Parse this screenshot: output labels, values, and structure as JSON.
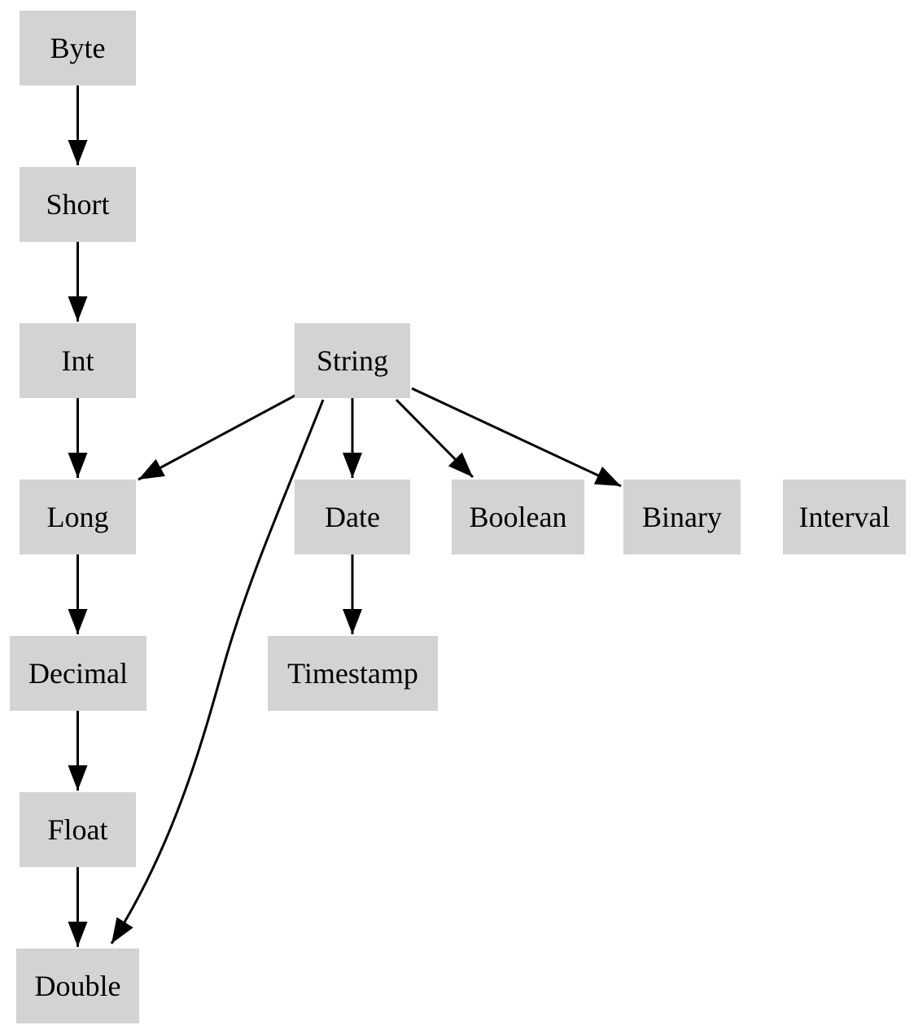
{
  "diagram": {
    "type": "directed-graph",
    "nodes": [
      {
        "id": "byte",
        "label": "Byte"
      },
      {
        "id": "short",
        "label": "Short"
      },
      {
        "id": "int",
        "label": "Int"
      },
      {
        "id": "string",
        "label": "String"
      },
      {
        "id": "long",
        "label": "Long"
      },
      {
        "id": "date",
        "label": "Date"
      },
      {
        "id": "boolean",
        "label": "Boolean"
      },
      {
        "id": "binary",
        "label": "Binary"
      },
      {
        "id": "interval",
        "label": "Interval"
      },
      {
        "id": "decimal",
        "label": "Decimal"
      },
      {
        "id": "timestamp",
        "label": "Timestamp"
      },
      {
        "id": "float",
        "label": "Float"
      },
      {
        "id": "double",
        "label": "Double"
      }
    ],
    "edges": [
      {
        "from": "Byte",
        "to": "Short"
      },
      {
        "from": "Short",
        "to": "Int"
      },
      {
        "from": "Int",
        "to": "Long"
      },
      {
        "from": "String",
        "to": "Long"
      },
      {
        "from": "String",
        "to": "Date"
      },
      {
        "from": "String",
        "to": "Boolean"
      },
      {
        "from": "String",
        "to": "Binary"
      },
      {
        "from": "String",
        "to": "Double"
      },
      {
        "from": "Long",
        "to": "Decimal"
      },
      {
        "from": "Date",
        "to": "Timestamp"
      },
      {
        "from": "Decimal",
        "to": "Float"
      },
      {
        "from": "Float",
        "to": "Double"
      }
    ],
    "colors": {
      "node_fill": "#d3d3d3",
      "edge": "#000000",
      "text": "#000000",
      "background": "#ffffff"
    }
  }
}
